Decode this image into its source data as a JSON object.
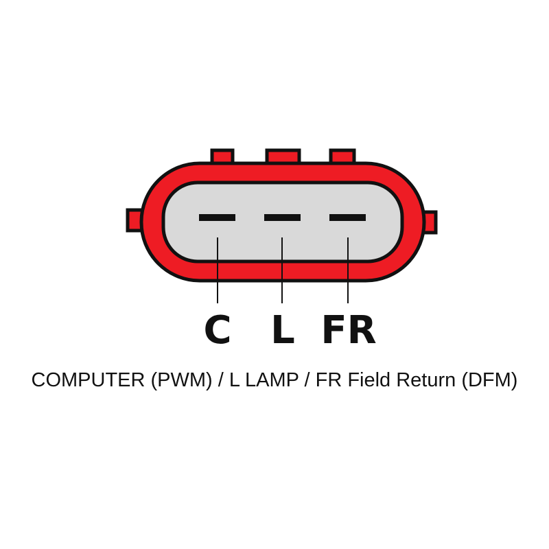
{
  "colors": {
    "housing": "#ee1c24",
    "outline": "#111111",
    "face": "#d9d9d9",
    "background": "#ffffff"
  },
  "pins": [
    {
      "label": "C"
    },
    {
      "label": "L"
    },
    {
      "label": "FR"
    }
  ],
  "caption": "COMPUTER (PWM) / L LAMP / FR Field Return (DFM)"
}
